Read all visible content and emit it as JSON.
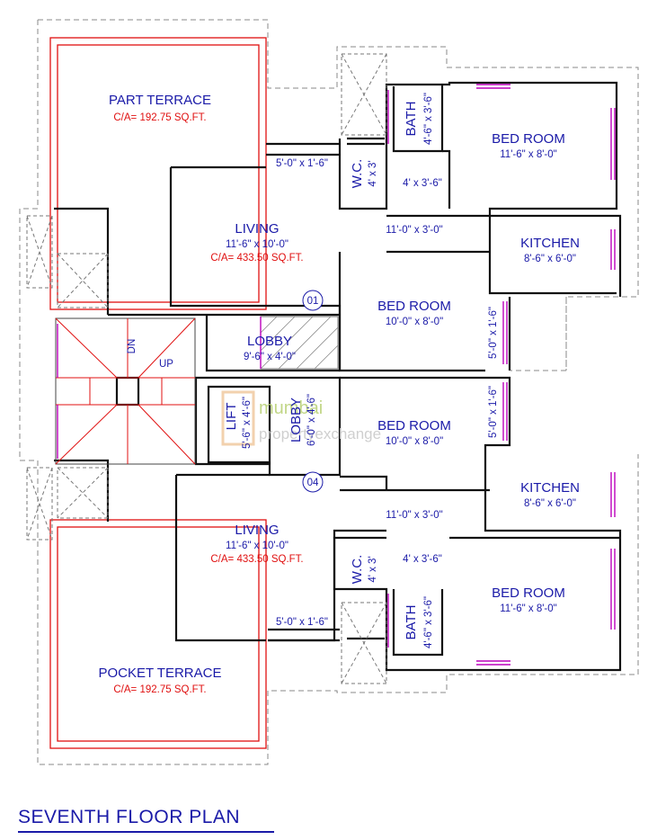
{
  "plan_title": "SEVENTH FLOOR PLAN",
  "rooms": {
    "part_terrace": {
      "name": "PART TERRACE",
      "area": "C/A= 192.75 SQ.FT."
    },
    "living_top": {
      "name": "LIVING",
      "size": "11'-6\" x 10'-0\"",
      "area": "C/A= 433.50 SQ.FT."
    },
    "bedroom_top_right": {
      "name": "BED ROOM",
      "size": "11'-6\" x 8'-0\""
    },
    "bath_top": {
      "name": "BATH",
      "size": "4'-6\" x 3'-6\""
    },
    "wc_top": {
      "name": "W.C.",
      "size": "4' x 3'"
    },
    "kitchen_top": {
      "name": "KITCHEN",
      "size": "8'-6\" x 6'-0\""
    },
    "bedroom_mid_top": {
      "name": "BED ROOM",
      "size": "10'-0\" x 8'-0\""
    },
    "lobby": {
      "name": "LOBBY",
      "size": "9'-6\" x 4'-0\""
    },
    "lift": {
      "name": "LIFT",
      "size": "5'-6\" x 4'-6\""
    },
    "lobby_small": {
      "name": "LOBBY",
      "size": "6'-0\" x 4'-6\""
    },
    "bedroom_mid_bottom": {
      "name": "BED ROOM",
      "size": "10'-0\" x 8'-0\""
    },
    "kitchen_bottom": {
      "name": "KITCHEN",
      "size": "8'-6\" x 6'-0\""
    },
    "living_bottom": {
      "name": "LIVING",
      "size": "11'-6\" x 10'-0\"",
      "area": "C/A= 433.50 SQ.FT."
    },
    "wc_bottom": {
      "name": "W.C.",
      "size": "4' x 3'"
    },
    "bath_bottom": {
      "name": "BATH",
      "size": "4'-6\" x 3'-6\""
    },
    "bedroom_bottom_right": {
      "name": "BED ROOM",
      "size": "11'-6\" x 8'-0\""
    },
    "pocket_terrace": {
      "name": "POCKET TERRACE",
      "area": "C/A= 192.75 SQ.FT."
    }
  },
  "dimensions": {
    "ledge_top": "5'-0\" x 1'-6\"",
    "passage_top": "4' x 3'-6\"",
    "passage_wide_top": "11'-0\" x 3'-0\"",
    "ledge_right_top": "5'-0\" x 1'-6\"",
    "ledge_right_bottom": "5'-0\" x 1'-6\"",
    "passage_wide_bottom": "11'-0\" x 3'-0\"",
    "passage_bottom": "4' x 3'-6\"",
    "ledge_bottom": "5'-0\" x 1'-6\""
  },
  "stairs": {
    "down": "DN",
    "up": "UP"
  },
  "flat_numbers": {
    "top": "01",
    "bottom": "04"
  },
  "watermark": {
    "line1": "mumbai",
    "line2": "propertyexchange"
  },
  "colors": {
    "label": "#1a1aa8",
    "area": "#e01010",
    "window": "#b000b0"
  }
}
